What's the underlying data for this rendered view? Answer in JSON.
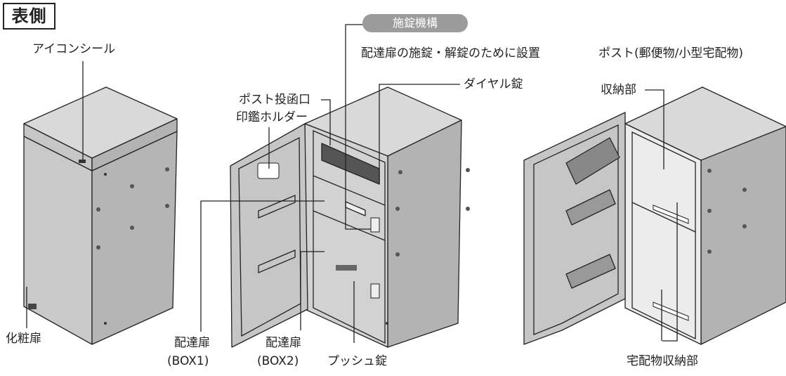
{
  "title": "表側",
  "labels": {
    "icon_seal": "アイコンシール",
    "decor_door": "化粧扉",
    "post_slot": "ポスト投函口",
    "seal_holder": "印鑑ホルダー",
    "lock_mechanism": "施錠機構",
    "lock_description": "配達扉の施錠・解錠のために設置",
    "dial_lock": "ダイヤル錠",
    "door_box1_line1": "配達扉",
    "door_box1_line2": "(BOX1)",
    "door_box2_line1": "配達扉",
    "door_box2_line2": "(BOX2)",
    "push_lock": "プッシュ錠",
    "post_storage_line1": "ポスト(郵便物/小型宅配物)",
    "post_storage_line2": "収納部",
    "parcel_storage": "宅配物収納部"
  },
  "colors": {
    "body_fill": "#c4c4c4",
    "side_fill": "#b0b0b0",
    "top_fill": "#d8d8d8",
    "line": "#222222",
    "pill": "#9b9b9b"
  }
}
